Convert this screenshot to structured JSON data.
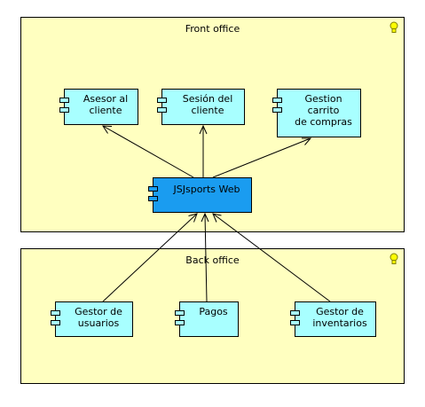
{
  "packages": {
    "front": {
      "title": "Front office"
    },
    "back": {
      "title": "Back office"
    }
  },
  "components": {
    "asesor": {
      "label": "Asesor al\ncliente"
    },
    "sesion": {
      "label": "Sesión del\ncliente"
    },
    "gestion_carrito": {
      "label": "Gestion\ncarrito\nde compras"
    },
    "jsjsports": {
      "label": "JSJsports Web"
    },
    "gestor_usuarios": {
      "label": "Gestor de\nusuarios"
    },
    "pagos": {
      "label": "Pagos"
    },
    "gestor_inventarios": {
      "label": "Gestor de\ninventarios"
    }
  },
  "colors": {
    "package_fill": "#ffffc0",
    "component_fill": "#a8ffff",
    "main_component_fill": "#1a9cf0"
  },
  "icons": {
    "package_note": "lightbulb-icon"
  }
}
